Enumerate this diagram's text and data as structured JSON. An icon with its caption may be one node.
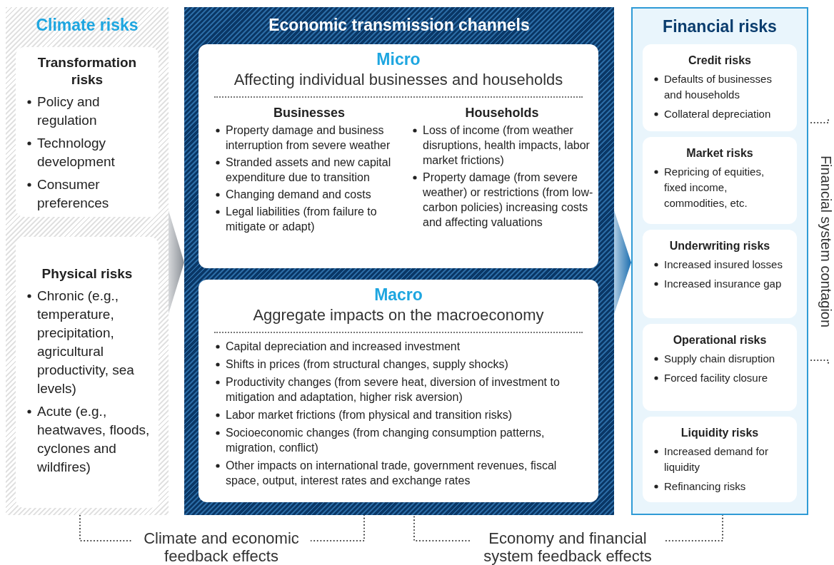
{
  "diagram": {
    "nodes": [
      {
        "text": [
          "Climate risks"
        ]
      },
      {
        "text": [
          "Transformation risks",
          "Policy and regulation",
          "Technology development",
          "Consumer preferences"
        ],
        "in": 0
      },
      {
        "text": [
          "Physical risks",
          "Chronic (e.g., temperature, precipitation, agricultural productivity, sea levels)",
          "Acute (e.g., heatwaves, floods, cyclones and wildfires)"
        ],
        "in": 0
      },
      {
        "text": [
          "Economic transmission channels"
        ]
      },
      {
        "text": [
          "Micro",
          "Affecting individual businesses and households"
        ],
        "in": 3
      },
      {
        "text": [
          "Businesses",
          "Property damage and business interruption from severe weather",
          "Stranded assets and new capital expenditure due to transition",
          "Changing demand and costs",
          "Legal liabilities (from failure to mitigate or adapt)"
        ],
        "in": 4
      },
      {
        "text": [
          "Households",
          "Loss of income (from weather disruptions, health impacts, labor market frictions)",
          "Property damage (from severe weather) or restrictions (from low-carbon policies) increasing costs and affecting valuations"
        ],
        "in": 4
      },
      {
        "text": [
          "Macro",
          "Aggregate impacts on the macroeconomy",
          "Capital depreciation and increased investment",
          "Shifts in prices (from structural changes, supply shocks)",
          "Productivity changes (from severe heat, diversion of investment to mitigation and adaptation, higher risk aversion)",
          "Labor market frictions (from physical and transition risks)",
          "Socioeconomic changes (from changing consumption patterns, migration, conflict)",
          "Other impacts on international trade, government revenues, fiscal space, output, interest rates and exchange rates"
        ],
        "in": 3
      },
      {
        "text": [
          "Financial risks"
        ]
      },
      {
        "text": [
          "Credit risks",
          "Defaults of businesses and households",
          "Collateral depreciation"
        ],
        "in": 8
      },
      {
        "text": [
          "Market risks",
          "Repricing of equities, fixed income, commodities, etc."
        ],
        "in": 8
      },
      {
        "text": [
          "Underwriting risks",
          "Increased insured losses",
          "Increased insurance gap"
        ],
        "in": 8
      },
      {
        "text": [
          "Operational risks",
          "Supply chain disruption",
          "Forced facility closure"
        ],
        "in": 8
      },
      {
        "text": [
          "Liquidity risks",
          "Increased demand for liquidity",
          "Refinancing risks"
        ],
        "in": 8
      }
    ],
    "edges": [
      {
        "from": 0,
        "to": 3,
        "arrow": "to",
        "color": "#8a8f96"
      },
      {
        "from": 3,
        "to": 8,
        "arrow": "to",
        "color": "#1d6fb0"
      },
      {
        "from": 3,
        "to": 0,
        "arrow": "none",
        "style": "dashed",
        "color": "#333333",
        "label": "Climate and economic feedback effects"
      },
      {
        "from": 8,
        "to": 3,
        "arrow": "none",
        "style": "dashed",
        "color": "#333333",
        "label": "Economy and financial system feedback effects"
      }
    ],
    "labels": [
      "Financial system contagion"
    ]
  }
}
